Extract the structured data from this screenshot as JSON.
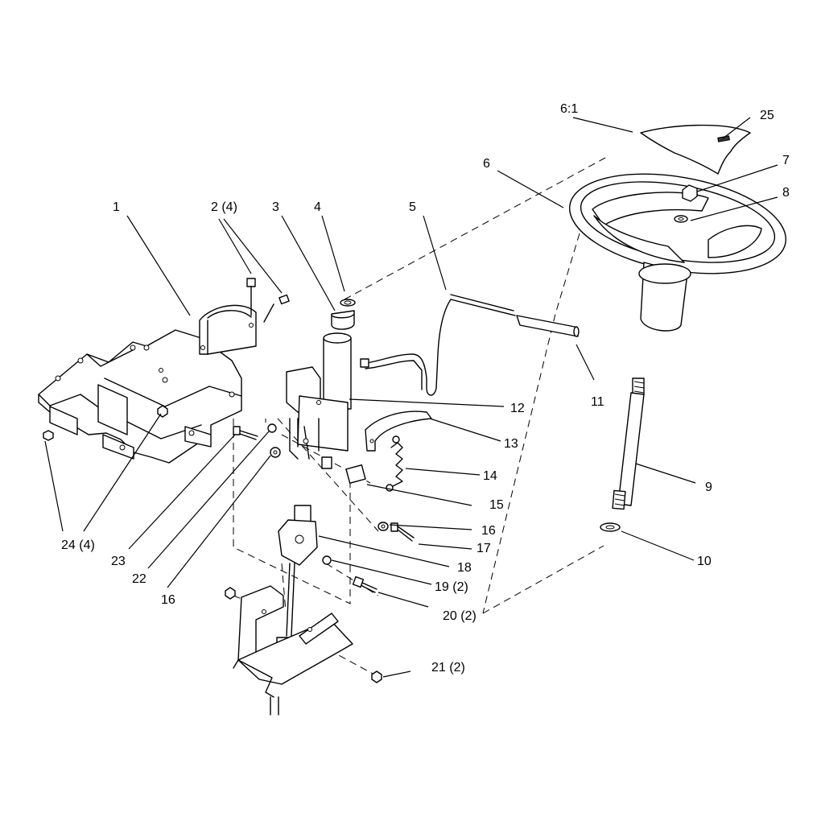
{
  "callouts": [
    {
      "id": "c1",
      "text": "1"
    },
    {
      "id": "c2",
      "text": "2 (4)"
    },
    {
      "id": "c3",
      "text": "3"
    },
    {
      "id": "c4",
      "text": "4"
    },
    {
      "id": "c5",
      "text": "5"
    },
    {
      "id": "c6",
      "text": "6"
    },
    {
      "id": "c6_1",
      "text": "6:1"
    },
    {
      "id": "c25",
      "text": "25"
    },
    {
      "id": "c7",
      "text": "7"
    },
    {
      "id": "c8",
      "text": "8"
    },
    {
      "id": "c11",
      "text": "11"
    },
    {
      "id": "c12",
      "text": "12"
    },
    {
      "id": "c13",
      "text": "13"
    },
    {
      "id": "c14",
      "text": "14"
    },
    {
      "id": "c15",
      "text": "15"
    },
    {
      "id": "c16a",
      "text": "16"
    },
    {
      "id": "c17",
      "text": "17"
    },
    {
      "id": "c18",
      "text": "18"
    },
    {
      "id": "c19",
      "text": "19 (2)"
    },
    {
      "id": "c20",
      "text": "20 (2)"
    },
    {
      "id": "c21",
      "text": "21 (2)"
    },
    {
      "id": "c9",
      "text": "9"
    },
    {
      "id": "c10",
      "text": "10"
    },
    {
      "id": "c24",
      "text": "24 (4)"
    },
    {
      "id": "c23",
      "text": "23"
    },
    {
      "id": "c22",
      "text": "22"
    },
    {
      "id": "c16b",
      "text": "16"
    }
  ]
}
